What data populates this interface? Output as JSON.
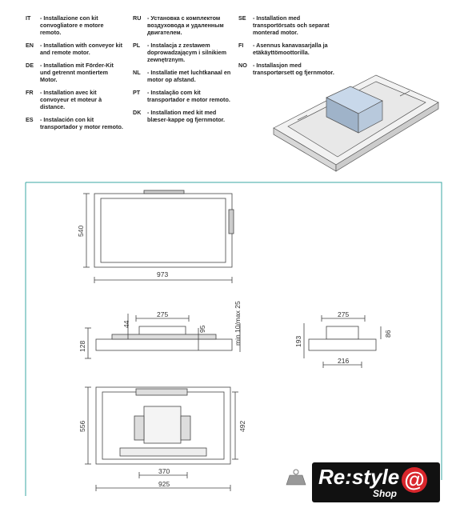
{
  "languages": [
    {
      "code": "IT",
      "text": "- Installazione con kit convogliatore e motore remoto."
    },
    {
      "code": "EN",
      "text": "- Installation with conveyor kit and remote motor."
    },
    {
      "code": "DE",
      "text": "- Installation mit Förder-Kit und getrennt montiertem Motor."
    },
    {
      "code": "FR",
      "text": "- Installation avec kit convoyeur et moteur à distance."
    },
    {
      "code": "ES",
      "text": "- Instalación con kit transportador y motor remoto."
    },
    {
      "code": "RU",
      "text": "- Установка с комплектом воздуховода и удаленным двигателем."
    },
    {
      "code": "PL",
      "text": "- Instalacja z zestawem doprowadzającym i silnikiem zewnętrznym."
    },
    {
      "code": "NL",
      "text": "- Installatie met luchtkanaal en motor op afstand."
    },
    {
      "code": "PT",
      "text": "- Instalação com kit transportador e motor remoto."
    },
    {
      "code": "DK",
      "text": "- Installation med kit med blæser-kappe og fjernmotor."
    },
    {
      "code": "SE",
      "text": "- Installation med transportörsats och separat monterad motor."
    },
    {
      "code": "FI",
      "text": "- Asennus kanavasarjalla ja etäkäyttömoottorilla."
    },
    {
      "code": "NO",
      "text": "- Installasjon med transportørsett og fjernmotor."
    }
  ],
  "dimensions": {
    "top_height": "540",
    "top_width": "973",
    "side_44": "44",
    "side_275": "275",
    "side_95": "95",
    "side_range": "min 10/max 25",
    "side_128": "128",
    "end_275": "275",
    "end_193": "193",
    "end_86": "86",
    "end_216": "216",
    "bottom_556": "556",
    "bottom_492": "492",
    "bottom_370": "370",
    "bottom_925": "925"
  },
  "logo": {
    "main": "Re:style",
    "sub": "Shop",
    "at": "@"
  },
  "colors": {
    "frame": "#3aa7a3",
    "logo_bg": "#111111",
    "logo_accent": "#d9262c"
  }
}
